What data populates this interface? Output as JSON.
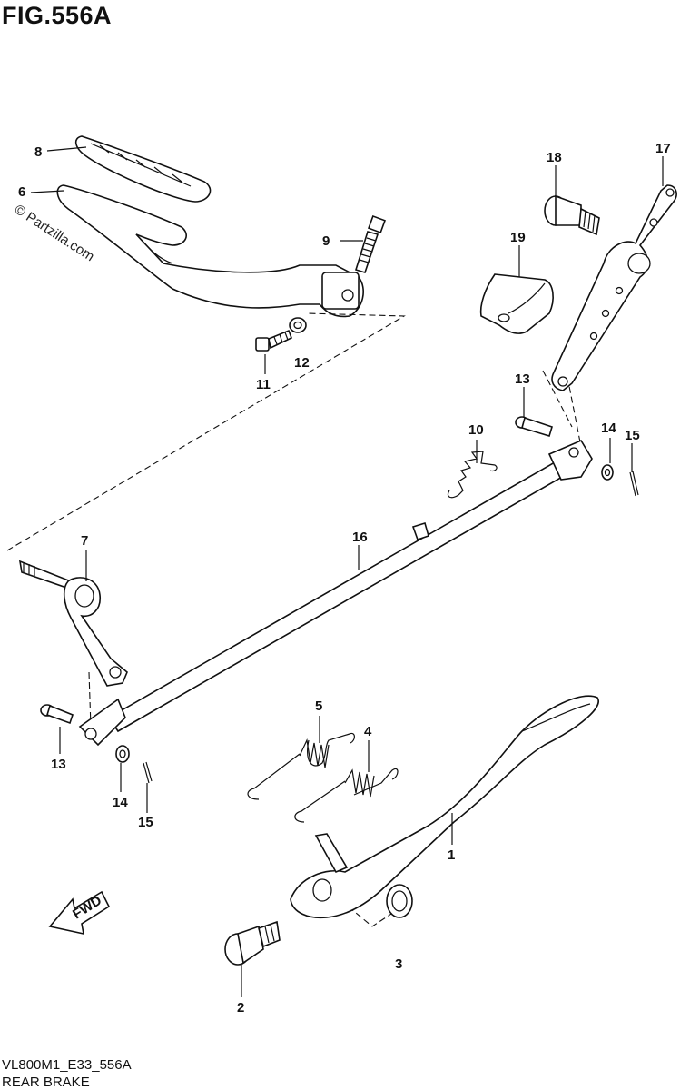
{
  "figure": {
    "title": "FIG.556A",
    "watermark": "© Partzilla.com",
    "model_code": "VL800M1_E33_556A",
    "section_name": "REAR BRAKE"
  },
  "callouts": {
    "c1": "1",
    "c2": "2",
    "c3": "3",
    "c4": "4",
    "c5": "5",
    "c6": "6",
    "c7": "7",
    "c8": "8",
    "c9": "9",
    "c10": "10",
    "c11": "11",
    "c12": "12",
    "c13a": "13",
    "c13b": "13",
    "c14a": "14",
    "c14b": "14",
    "c15a": "15",
    "c15b": "15",
    "c16": "16",
    "c17": "17",
    "c18": "18",
    "c19": "19"
  },
  "fwd_label": "FWD"
}
